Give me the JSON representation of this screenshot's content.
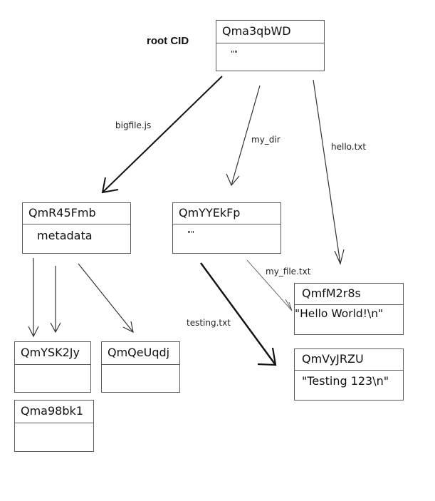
{
  "root_label": "root CID",
  "nodes": {
    "root": {
      "cid": "Qma3qbWD",
      "content": "\"\""
    },
    "bigfile": {
      "cid": "QmR45Fmb",
      "content": "metadata"
    },
    "mydir": {
      "cid": "QmYYEkFp",
      "content": "\"\""
    },
    "chunk1": {
      "cid": "QmYSK2Jy",
      "content": ""
    },
    "chunk2": {
      "cid": "QmQeUqdj",
      "content": ""
    },
    "chunk3": {
      "cid": "Qma98bk1",
      "content": ""
    },
    "myfile": {
      "cid": "QmfM2r8s",
      "content": "\"Hello World!\\n\""
    },
    "testing": {
      "cid": "QmVyJRZU",
      "content": "\"Testing 123\\n\""
    }
  },
  "edges": {
    "bigfile": "bigfile.js",
    "mydir": "my_dir",
    "hello": "hello.txt",
    "myfile": "my_file.txt",
    "testing": "testing.txt"
  }
}
